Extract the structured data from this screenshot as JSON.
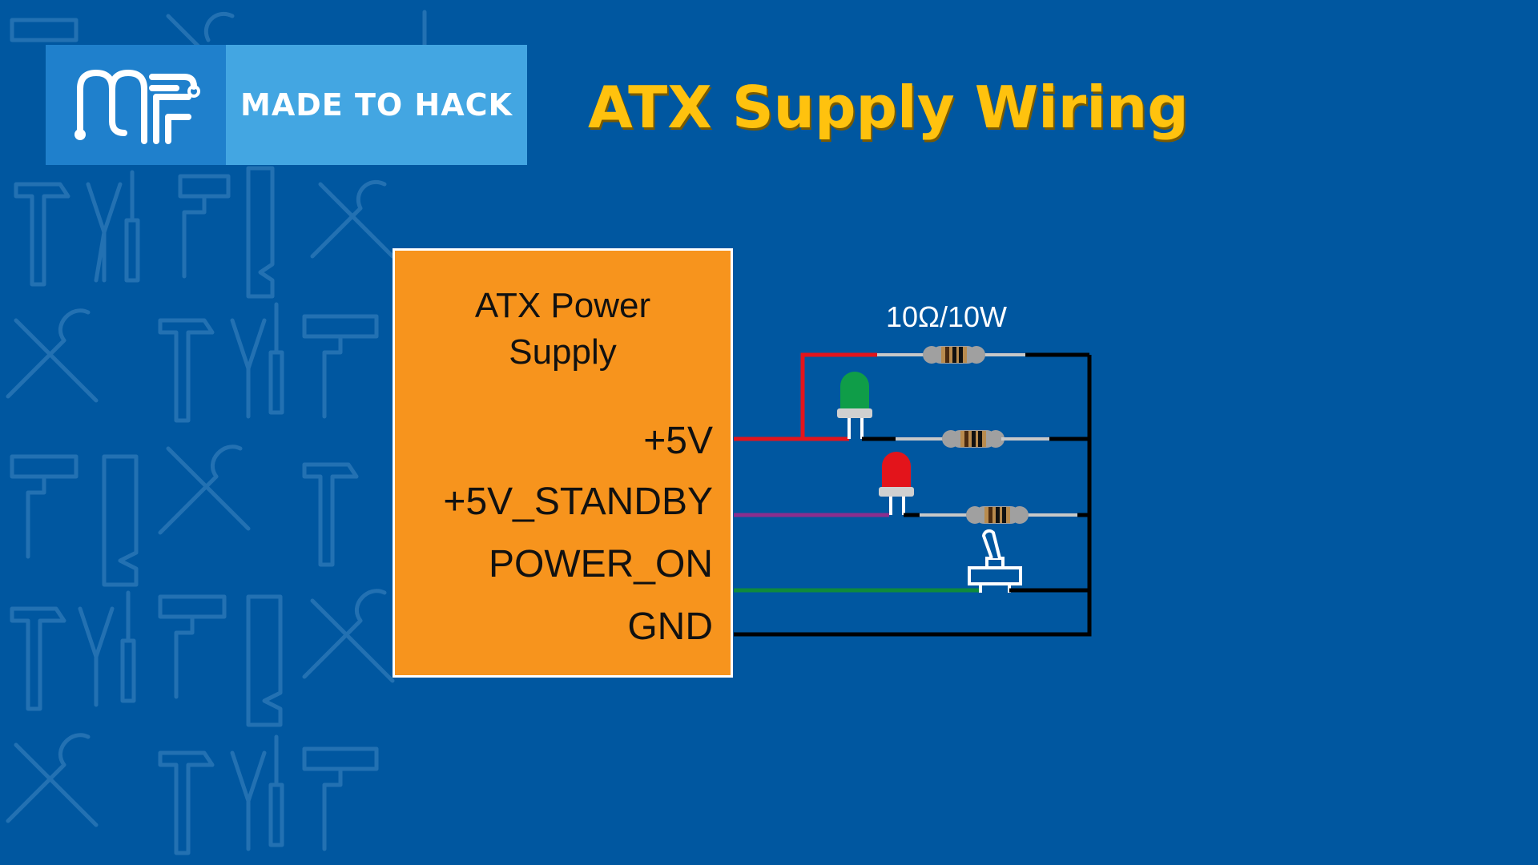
{
  "brand": {
    "name": "MADE TO HACK"
  },
  "title": "ATX Supply Wiring",
  "psu": {
    "title_line1": "ATX Power",
    "title_line2": "Supply",
    "pins": [
      "+5V",
      "+5V_STANDBY",
      "POWER_ON",
      "GND"
    ]
  },
  "resistor_label": "10Ω/10W",
  "colors": {
    "background": "#0057a0",
    "title": "#ffc20e",
    "psu": "#f7941d",
    "wire_5v": "#e3141b",
    "wire_standby": "#8a2e8e",
    "wire_power_on": "#0f8a3c",
    "wire_gnd": "#000000",
    "led_green": "#0f9d48",
    "led_red": "#e3141b"
  }
}
